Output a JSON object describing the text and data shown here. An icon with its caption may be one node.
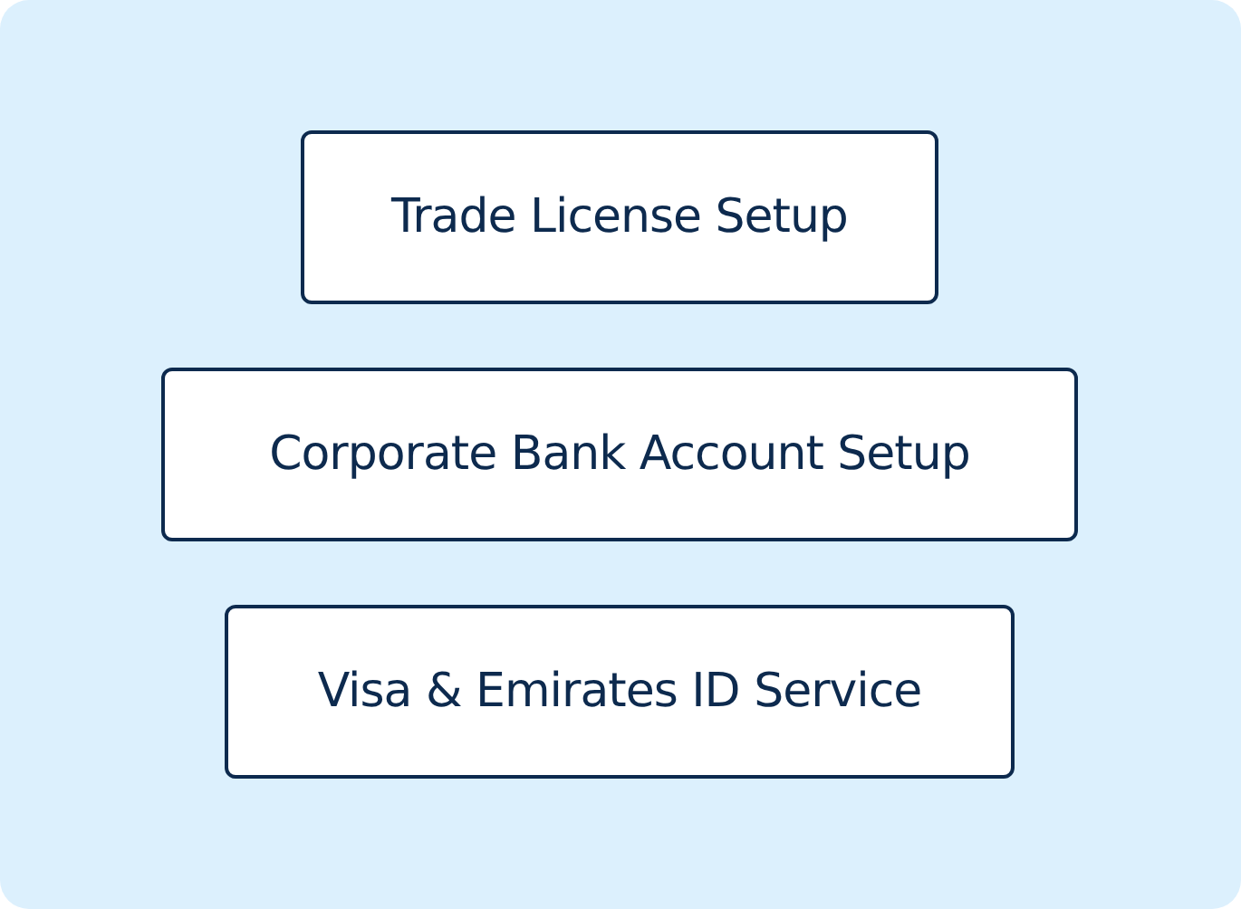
{
  "diagram": {
    "nodes": [
      {
        "text": [
          "Trade License Setup"
        ]
      },
      {
        "text": [
          "Corporate Bank Account Setup"
        ]
      },
      {
        "text": [
          "Visa & Emirates ID Service"
        ]
      }
    ]
  }
}
